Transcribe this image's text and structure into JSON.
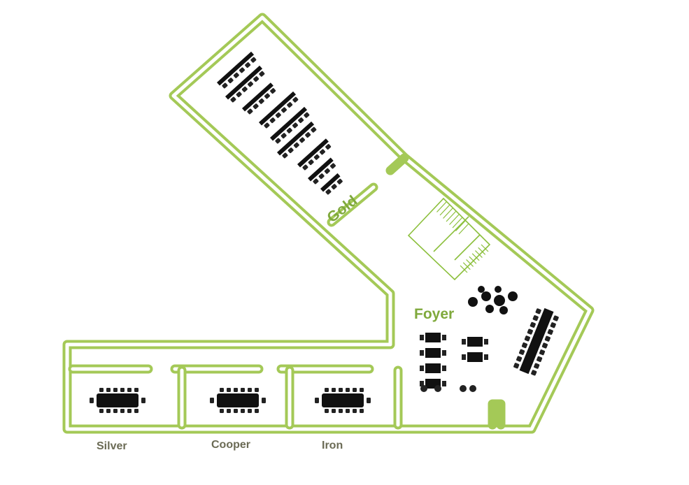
{
  "rooms": {
    "gold": "Gold",
    "foyer": "Foyer",
    "silver": "Silver",
    "cooper": "Cooper",
    "iron": "Iron"
  },
  "colors": {
    "wall": "#a4c957",
    "label_green": "#7fa93c",
    "label_gray": "#6b6b55",
    "furniture": "#111111"
  },
  "icons": [
    "staircase-icon",
    "conference-table-icon",
    "chair-icon",
    "round-table-icon"
  ]
}
